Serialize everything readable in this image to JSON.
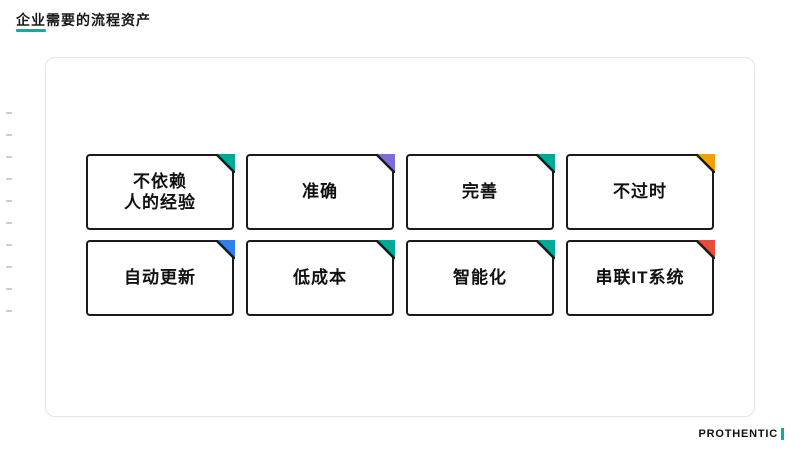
{
  "page": {
    "title": "企业需要的流程资产",
    "accent_color": "#00b3a4",
    "logo_text": "PROTHENTIC"
  },
  "board": {
    "cards": [
      {
        "label": "不依赖\n人的经验",
        "fold_color": "#00a896"
      },
      {
        "label": "准确",
        "fold_color": "#7d6bdb"
      },
      {
        "label": "完善",
        "fold_color": "#00a896"
      },
      {
        "label": "不过时",
        "fold_color": "#f59e0b"
      },
      {
        "label": "自动更新",
        "fold_color": "#2f80ed"
      },
      {
        "label": "低成本",
        "fold_color": "#00a896"
      },
      {
        "label": "智能化",
        "fold_color": "#00a896"
      },
      {
        "label": "串联IT系统",
        "fold_color": "#e74c3c"
      }
    ]
  }
}
